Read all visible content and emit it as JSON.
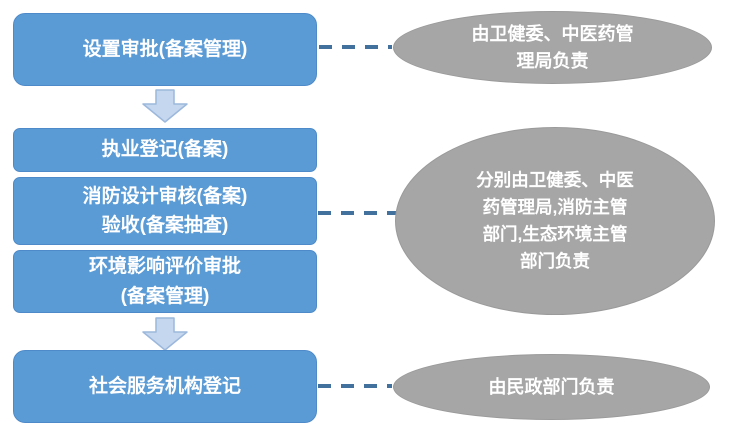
{
  "colors": {
    "box_fill": "#5B9BD5",
    "box_border": "#4E8AC9",
    "box_text": "#FFFFFF",
    "ellipse_fill": "#A6A6A6",
    "ellipse_text": "#FFFFFF",
    "arrow_fill": "#C5D7EE",
    "arrow_border": "#9CB8DC",
    "connector_dash": "#41719C"
  },
  "flow": {
    "boxes": [
      {
        "id": "setup-approval",
        "lines": [
          "设置审批(备案管理)"
        ]
      },
      {
        "id": "practice-registration",
        "lines": [
          "执业登记(备案)"
        ]
      },
      {
        "id": "fire-design-review",
        "lines": [
          "消防设计审核(备案)",
          "验收(备案抽查)"
        ]
      },
      {
        "id": "environmental-impact",
        "lines": [
          "环境影响评价审批",
          "(备案管理)"
        ]
      },
      {
        "id": "social-service-registration",
        "lines": [
          "社会服务机构登记"
        ]
      }
    ],
    "ellipses": [
      {
        "id": "health-commission",
        "lines": [
          "由卫健委、中医药管",
          "理局负责"
        ]
      },
      {
        "id": "multiple-departments",
        "lines": [
          "分别由卫健委、中医",
          "药管理局,消防主管",
          "部门,生态环境主管",
          "部门负责"
        ]
      },
      {
        "id": "civil-affairs",
        "lines": [
          "由民政部门负责"
        ]
      }
    ]
  }
}
